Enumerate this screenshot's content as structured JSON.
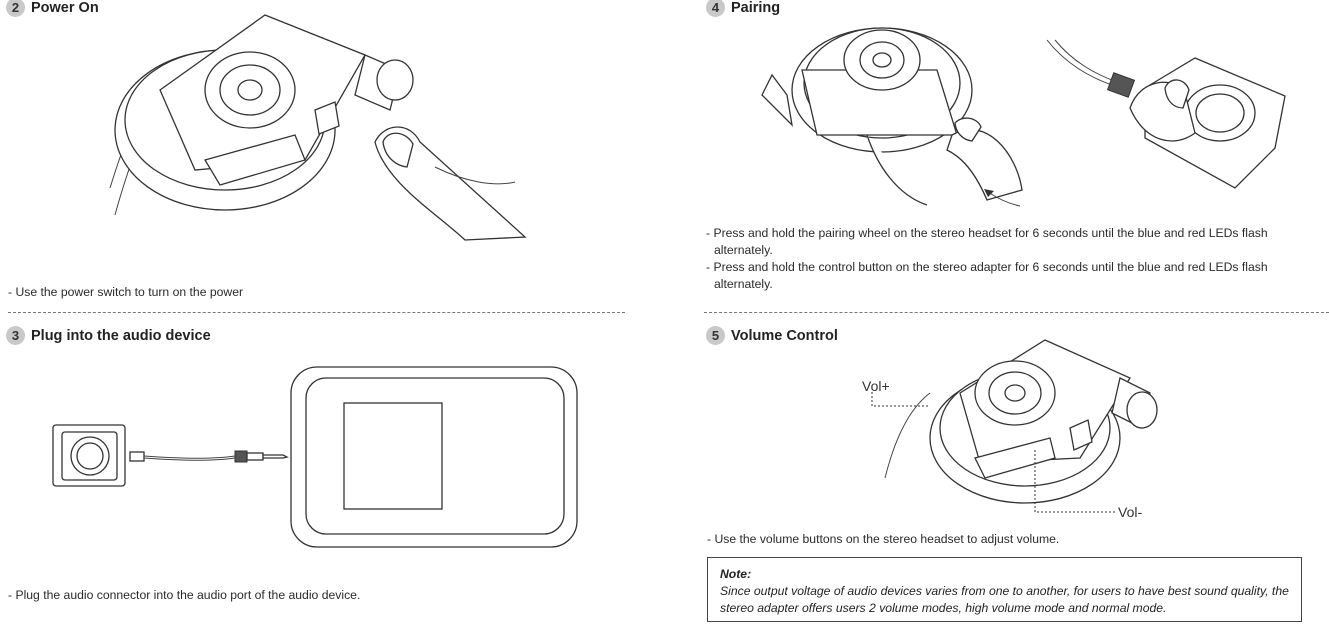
{
  "steps": {
    "power_on": {
      "number": "2",
      "title": "Power On",
      "text": "- Use the power switch to turn on the power"
    },
    "plug": {
      "number": "3",
      "title": "Plug into the audio device",
      "text": "- Plug the audio connector into the audio port of the audio device."
    },
    "pairing": {
      "number": "4",
      "title": "Pairing",
      "bullets": [
        "- Press and hold the pairing wheel on the stereo headset for 6 seconds until the blue and red LEDs flash alternately.",
        "- Press and hold the control button on the stereo adapter for 6 seconds until the blue and red LEDs flash alternately."
      ]
    },
    "volume": {
      "number": "5",
      "title": "Volume Control",
      "text": "- Use the volume buttons on the stereo headset to adjust volume.",
      "vol_plus": "Vol+",
      "vol_minus": "Vol-"
    }
  },
  "note": {
    "title": "Note:",
    "body": "Since output voltage of audio devices varies from one to another, for users to have best sound quality, the stereo adapter offers users 2 volume modes, high volume mode and normal mode."
  },
  "icons": [
    "headset-illustration",
    "finger-illustration",
    "adapter-illustration",
    "audio-player-illustration",
    "cable-illustration",
    "rotate-arrow-icon"
  ]
}
